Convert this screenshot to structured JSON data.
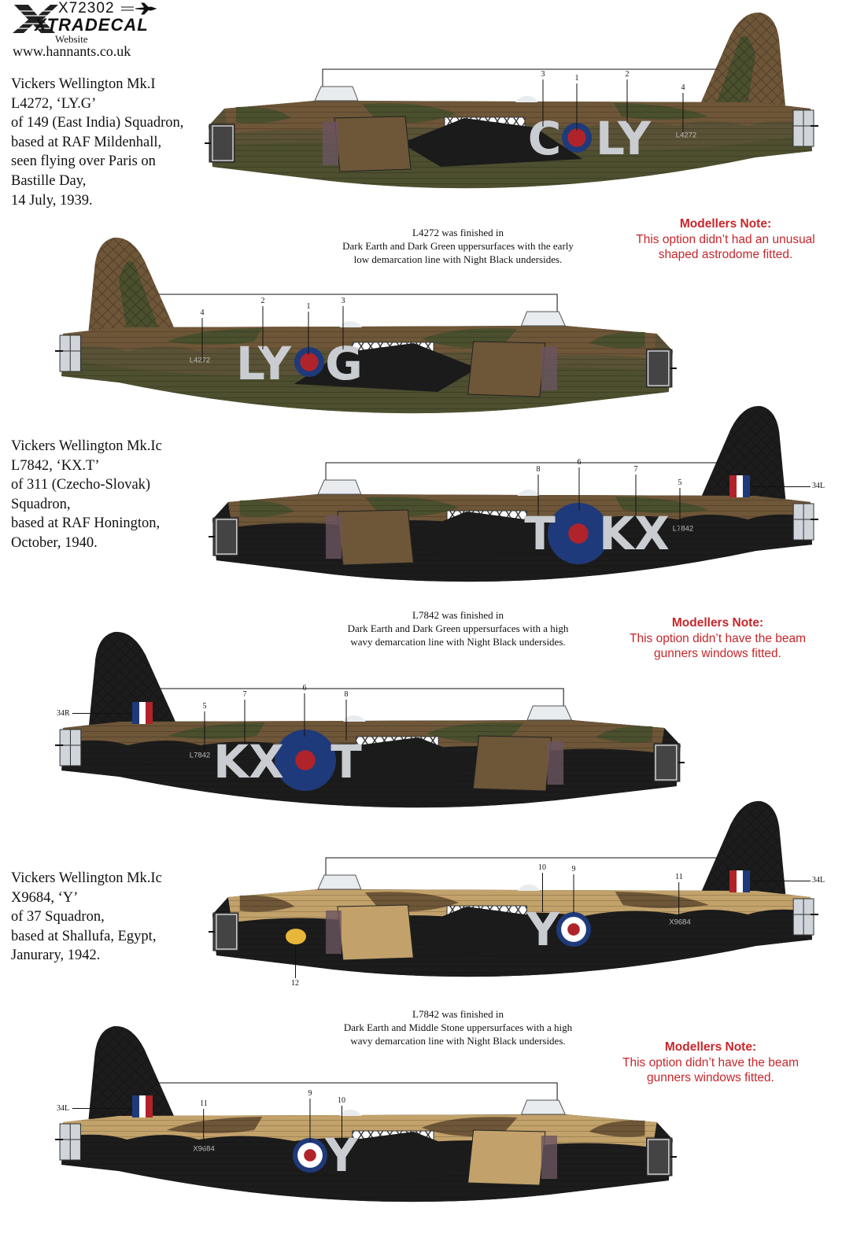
{
  "header": {
    "product_code": "X72302",
    "brand": "XTRADECAL",
    "website_label": "Website",
    "website_url": "www.hannants.co.uk"
  },
  "colors": {
    "dark_earth": "#6e5638",
    "dark_green": "#4a4f2e",
    "middle_stone": "#c2a26a",
    "night_black": "#1a1a1a",
    "roundel_blue": "#1f3a7a",
    "roundel_red": "#b0232a",
    "roundel_yellow": "#e8b63a",
    "code_grey": "#c9ccd0",
    "note_red": "#c8262b"
  },
  "options": [
    {
      "description": "Vickers Wellington Mk.I\nL4272, ‘LY.G’\nof 149 (East India) Squadron,\nbased at RAF Mildenhall,\nseen flying over Paris on\nBastille Day,\n14 July, 1939.",
      "finish": "L4272 was finished in\nDark Earth and Dark Green uppersurfaces with the early\nlow demarcation line with Night Black undersides.",
      "note_title": "Modellers Note:",
      "note_text": "This option didn’t had an unusual\nshaped astrodome fitted.",
      "starboard": {
        "code_front": "C",
        "code_rear": "LY",
        "serial": "L4272",
        "callouts": [
          "3",
          "1",
          "2",
          "4"
        ]
      },
      "port": {
        "code_front": "G",
        "code_rear": "LY",
        "serial": "L4272",
        "callouts": [
          "4",
          "2",
          "1",
          "3"
        ]
      }
    },
    {
      "description": "Vickers Wellington Mk.Ic\nL7842, ‘KX.T’\nof 311 (Czecho-Slovak)\nSquadron,\nbased at RAF Honington,\nOctober, 1940.",
      "finish": "L7842 was finished in\nDark Earth and Dark Green uppersurfaces with a high\nwavy demarcation line with Night Black undersides.",
      "note_title": "Modellers Note:",
      "note_text": "This option didn’t have the beam\ngunners windows fitted.",
      "starboard": {
        "code_front": "T",
        "code_rear": "KX",
        "serial": "L7842",
        "callouts": [
          "8",
          "6",
          "7",
          "5"
        ],
        "flag_label": "34L"
      },
      "port": {
        "code_front": "T",
        "code_rear": "KX",
        "serial": "L7842",
        "callouts": [
          "5",
          "7",
          "6",
          "8"
        ],
        "flag_label": "34R"
      }
    },
    {
      "description": "Vickers Wellington Mk.Ic\nX9684, ‘Y’\nof 37 Squadron,\nbased at Shallufa, Egypt,\nJanurary, 1942.",
      "finish": "L7842 was finished in\nDark Earth and Middle Stone  uppersurfaces with a high\nwavy demarcation line with Night Black undersides.",
      "note_title": "Modellers Note:",
      "note_text": "This option didn’t have the beam\ngunners windows fitted.",
      "starboard": {
        "code": "Y",
        "serial": "X9684",
        "callouts": [
          "10",
          "9",
          "11",
          "12"
        ],
        "flag_label": "34L"
      },
      "port": {
        "code": "Y",
        "serial": "X9684",
        "callouts": [
          "11",
          "9",
          "10"
        ],
        "flag_label": "34L"
      }
    }
  ]
}
